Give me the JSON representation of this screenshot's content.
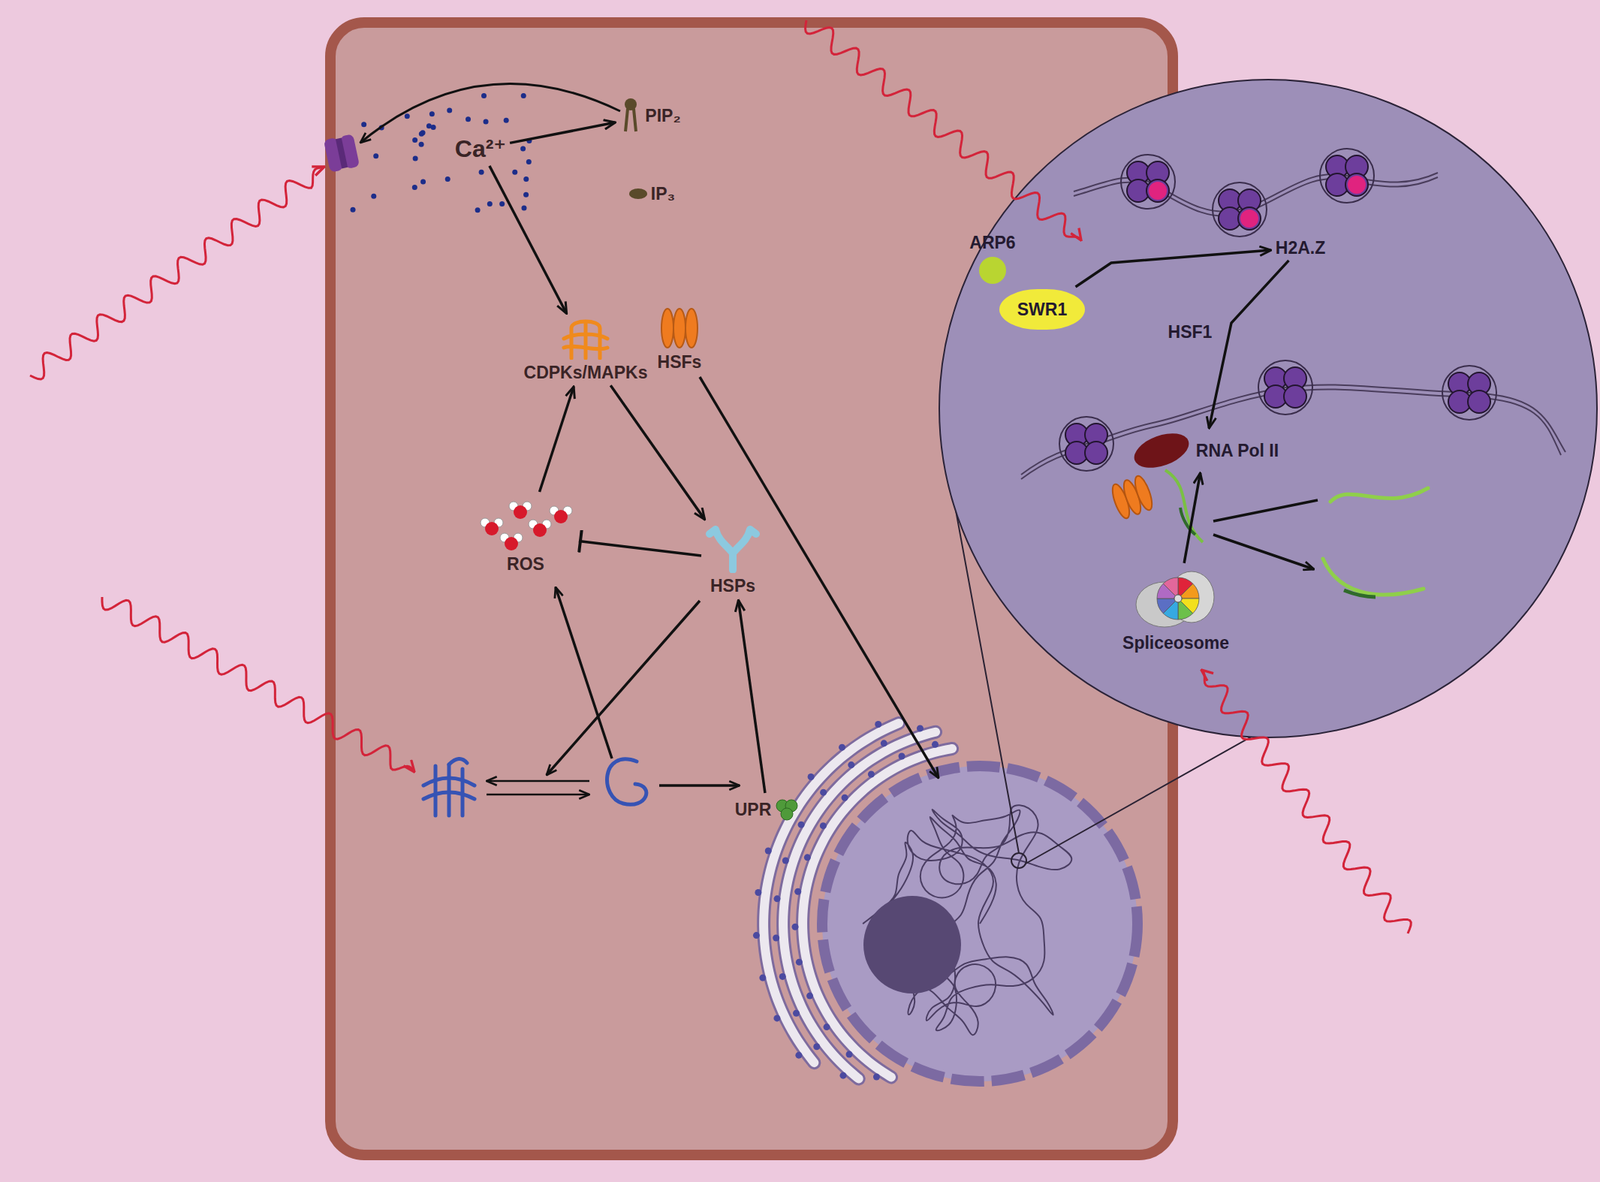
{
  "diagram": {
    "nodes": [
      {
        "text": [
          "Ca²⁺"
        ]
      },
      {
        "text": [
          "PIP₂"
        ]
      },
      {
        "text": [
          "IP₃"
        ]
      },
      {
        "text": [
          "ARP6"
        ]
      },
      {
        "text": [
          "SWR1"
        ]
      },
      {
        "text": [
          "H2A.Z"
        ]
      },
      {
        "text": [
          "CDPKs/MAPKs"
        ]
      },
      {
        "text": [
          "HSFs"
        ]
      },
      {
        "text": [
          "RNA Pol II"
        ]
      },
      {
        "text": [
          "ROS"
        ]
      },
      {
        "text": [
          "HSPs"
        ]
      },
      {
        "text": [
          "Spliceosome"
        ]
      },
      {
        "text": [
          "UPR"
        ]
      }
    ],
    "edges": [
      {
        "from": 0,
        "to": 1,
        "arrow": "to"
      },
      {
        "from": 0,
        "to": 6,
        "arrow": "to"
      },
      {
        "from": 9,
        "to": 6,
        "arrow": "to"
      },
      {
        "from": 6,
        "to": 10,
        "arrow": "to"
      },
      {
        "from": 10,
        "to": 9,
        "arrow": "to"
      },
      {
        "from": 12,
        "to": 10,
        "arrow": "to"
      },
      {
        "from": 4,
        "to": 5,
        "arrow": "to"
      },
      {
        "from": 5,
        "to": 8,
        "label": "HSF1",
        "arrow": "to"
      },
      {
        "from": 11,
        "to": 8,
        "arrow": "to"
      }
    ]
  }
}
